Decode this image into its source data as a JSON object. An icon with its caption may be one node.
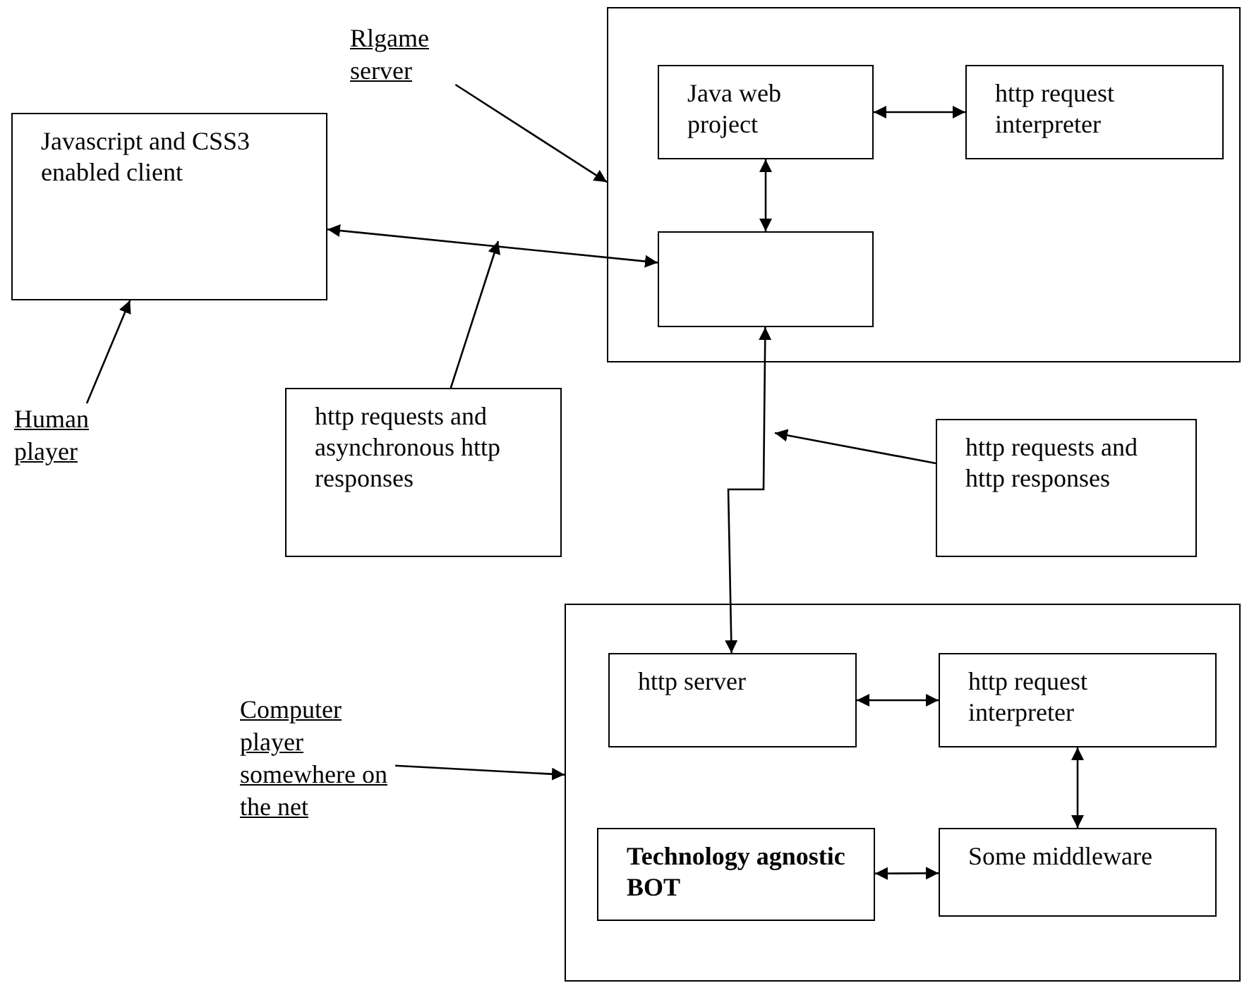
{
  "diagram": {
    "nodes": [
      {
        "text": [
          "Rlgame server"
        ]
      },
      {
        "text": [],
        "shape": "box"
      },
      {
        "text": [
          "Java web project"
        ],
        "in": 1
      },
      {
        "text": [
          "http request interpreter"
        ],
        "in": 1
      },
      {
        "text": [],
        "shape": "box",
        "in": 1
      },
      {
        "text": [
          "Javascript and CSS3 enabled client"
        ]
      },
      {
        "text": [
          "Human player"
        ]
      },
      {
        "text": [
          "http requests and asynchronous http responses"
        ]
      },
      {
        "text": [
          "http requests and http responses"
        ]
      },
      {
        "text": [
          "Computer player somewhere on the net"
        ]
      },
      {
        "text": [],
        "shape": "box"
      },
      {
        "text": [
          "http server"
        ],
        "in": 10
      },
      {
        "text": [
          "http request interpreter"
        ],
        "in": 10
      },
      {
        "text": [
          "Technology agnostic BOT"
        ],
        "in": 10
      },
      {
        "text": [
          "Some middleware"
        ],
        "in": 10
      }
    ],
    "edges": [
      {
        "from": 0,
        "to": 1,
        "arrow": "to"
      },
      {
        "from": 2,
        "to": 3,
        "arrow": "both"
      },
      {
        "from": 2,
        "to": 4,
        "arrow": "both"
      },
      {
        "from": 5,
        "to": 4,
        "arrow": "both"
      },
      {
        "from": 6,
        "to": 5,
        "arrow": "to"
      },
      {
        "from": 7,
        "to": null,
        "arrow": "to"
      },
      {
        "from": 4,
        "to": 11,
        "arrow": "both"
      },
      {
        "from": 8,
        "to": null,
        "arrow": "to"
      },
      {
        "from": 9,
        "to": 10,
        "arrow": "to"
      },
      {
        "from": 11,
        "to": 12,
        "arrow": "both"
      },
      {
        "from": 12,
        "to": 14,
        "arrow": "both"
      },
      {
        "from": 13,
        "to": 14,
        "arrow": "both"
      }
    ]
  }
}
